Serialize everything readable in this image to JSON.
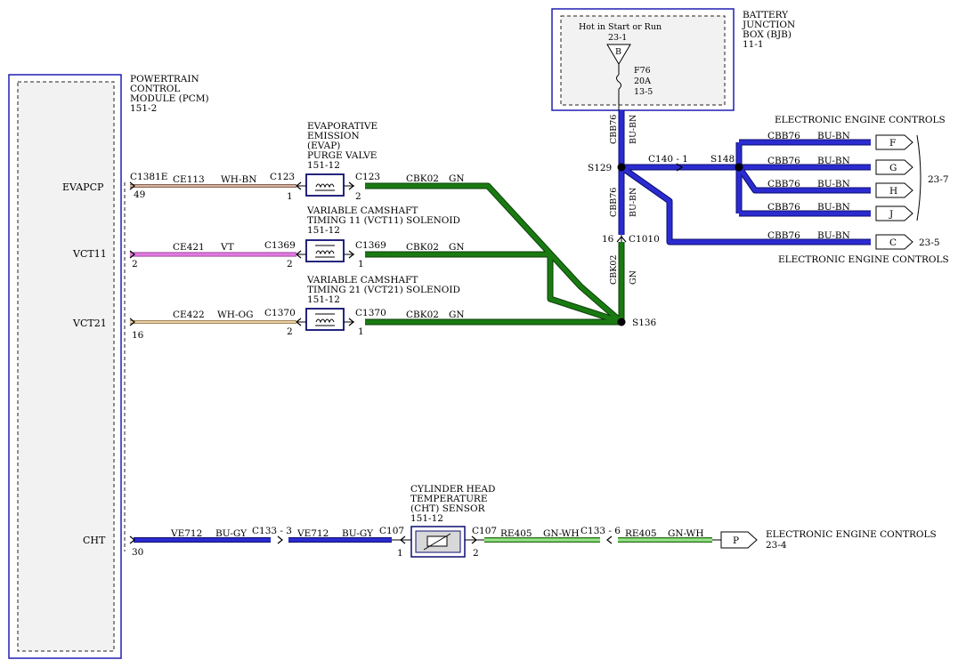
{
  "pcm": {
    "name_lines": [
      "POWERTRAIN",
      "CONTROL",
      "MODULE (PCM)",
      "151-2"
    ]
  },
  "bjb": {
    "name_lines": [
      "BATTERY",
      "JUNCTION",
      "BOX (BJB)",
      "11-1"
    ],
    "hot_label": "Hot in Start or Run",
    "hot_ref": "23-1",
    "hot_letter": "B",
    "fuse_lines": [
      "F76",
      "20A",
      "13-5"
    ]
  },
  "pins": {
    "evapcp": "EVAPCP",
    "evapcp_num": "49",
    "vct11": "VCT11",
    "vct11_num": "2",
    "vct21": "VCT21",
    "vct21_num": "16",
    "cht": "CHT",
    "cht_num": "30"
  },
  "evap": {
    "title_lines": [
      "EVAPORATIVE",
      "EMISSION",
      "(EVAP)",
      "PURGE VALVE",
      "151-12"
    ],
    "conn_pcm": "C1381E",
    "wire_pcm": "CE113",
    "color_pcm": "WH-BN",
    "conn_left": "C123",
    "pin_left": "1",
    "conn_right": "C123",
    "pin_right": "2",
    "wire_right": "CBK02",
    "color_right": "GN"
  },
  "vct11": {
    "title_lines": [
      "VARIABLE CAMSHAFT",
      "TIMING 11 (VCT11) SOLENOID",
      "151-12"
    ],
    "wire_pcm": "CE421",
    "color_pcm": "VT",
    "conn_left": "C1369",
    "pin_left": "2",
    "conn_right": "C1369",
    "pin_right": "1",
    "wire_right": "CBK02",
    "color_right": "GN"
  },
  "vct21": {
    "title_lines": [
      "VARIABLE CAMSHAFT",
      "TIMING 21 (VCT21) SOLENOID",
      "151-12"
    ],
    "wire_pcm": "CE422",
    "color_pcm": "WH-OG",
    "conn_left": "C1370",
    "pin_left": "2",
    "conn_right": "C1370",
    "pin_right": "1",
    "wire_right": "CBK02",
    "color_right": "GN"
  },
  "vertical": {
    "upper_wire": "CBB76",
    "upper_color": "BU-BN",
    "mid_wire": "CBB76",
    "mid_color": "BU-BN",
    "lower_wire": "CBK02",
    "lower_color": "GN",
    "s129": "S129",
    "c1010": "C1010",
    "c1010_pin": "16",
    "s136": "S136"
  },
  "right_branch": {
    "c140": "C140 - 1",
    "s148": "S148",
    "top_label": "ELECTRONIC ENGINE CONTROLS",
    "bottom_label": "ELECTRONIC ENGINE CONTROLS",
    "group_ref": "23-7",
    "c_ref": "23-5",
    "rows": [
      {
        "wire": "CBB76",
        "color": "BU-BN",
        "letter": "F"
      },
      {
        "wire": "CBB76",
        "color": "BU-BN",
        "letter": "G"
      },
      {
        "wire": "CBB76",
        "color": "BU-BN",
        "letter": "H"
      },
      {
        "wire": "CBB76",
        "color": "BU-BN",
        "letter": "J"
      }
    ],
    "c_row": {
      "wire": "CBB76",
      "color": "BU-BN",
      "letter": "C"
    }
  },
  "cht": {
    "title_lines": [
      "CYLINDER HEAD",
      "TEMPERATURE",
      "(CHT) SENSOR",
      "151-12"
    ],
    "w1": "VE712",
    "c1": "BU-GY",
    "conn1": "C133 - 3",
    "w2": "VE712",
    "c2": "BU-GY",
    "conn_left": "C107",
    "pin_left": "1",
    "conn_right": "C107",
    "pin_right": "2",
    "w3": "RE405",
    "c3": "GN-WH",
    "conn2": "C133 - 6",
    "w4": "RE405",
    "c4": "GN-WH",
    "dest_letter": "P",
    "dest_label": "ELECTRONIC ENGINE CONTROLS",
    "dest_ref": "23-4"
  },
  "colors": {
    "module_border": "#1f1fb4",
    "blue_wire": "#2b2bd0",
    "blue_outline": "#0d0d70",
    "green_wire": "#1a7a12",
    "green_outline": "#0b3f07",
    "light_green": "#66cc55",
    "violet": "#e07ae0",
    "wh_bn": "#d8b0a0",
    "wh_og": "#e8d0a8",
    "module_fill": "#f2f2f2"
  }
}
